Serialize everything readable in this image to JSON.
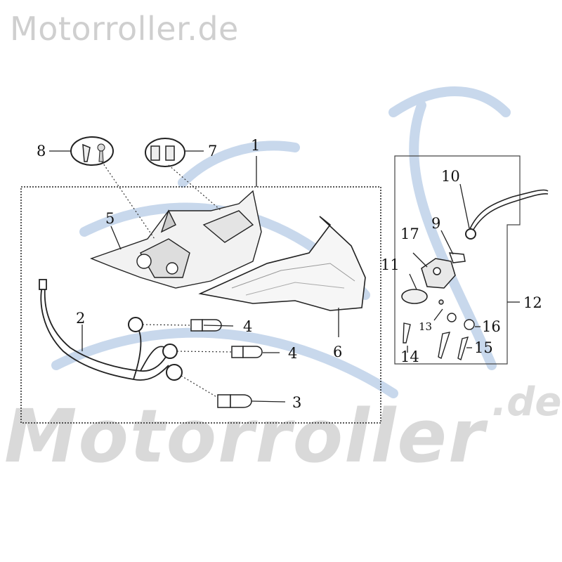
{
  "watermark": {
    "top_text": "Motorroller.de",
    "big_text": "Motorroller",
    "suffix_text": ".de"
  },
  "part_numbers": {
    "p1": "1",
    "p2": "2",
    "p3": "3",
    "p4a": "4",
    "p4b": "4",
    "p5": "5",
    "p6": "6",
    "p7": "7",
    "p8": "8",
    "p9": "9",
    "p10": "10",
    "p11": "11",
    "p12": "12",
    "p13": "13",
    "p14": "14",
    "p15": "15",
    "p16": "16",
    "p17": "17"
  },
  "colors": {
    "line": "#222222",
    "watermark": "#d0d0d0",
    "logo": "#c8d8ec"
  }
}
